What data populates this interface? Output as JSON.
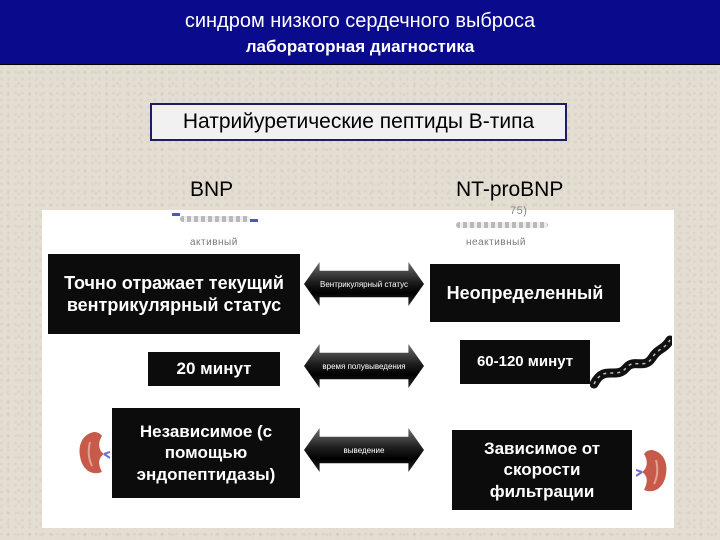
{
  "header": {
    "line1": "синдром низкого сердечного выброса",
    "line2": "лабораторная диагностика"
  },
  "title": "Натрийуретические пептиды В-типа",
  "columns": {
    "left": "BNP",
    "right": "NT-proBNP"
  },
  "molecules": {
    "left_caption": "активный",
    "right_caption": "неактивный",
    "stray": "75)"
  },
  "rows": [
    {
      "left": "Точно отражает текущий вентрикулярный статус",
      "arrow": "Вентрикулярный статус",
      "right": "Неопределенный"
    },
    {
      "left": "20 минут",
      "arrow": "время полувыведения",
      "right": "60-120 минут"
    },
    {
      "left": "Независимое (с помощью эндопептидазы)",
      "arrow": "выведение",
      "right": "Зависимое от скорости фильтрации"
    }
  ],
  "colors": {
    "header_bg": "#0a0a8c",
    "box_bg": "#0c0c0c",
    "page_bg": "#e3ddd2"
  },
  "icons": [
    "kidney-icon",
    "snake-icon"
  ]
}
